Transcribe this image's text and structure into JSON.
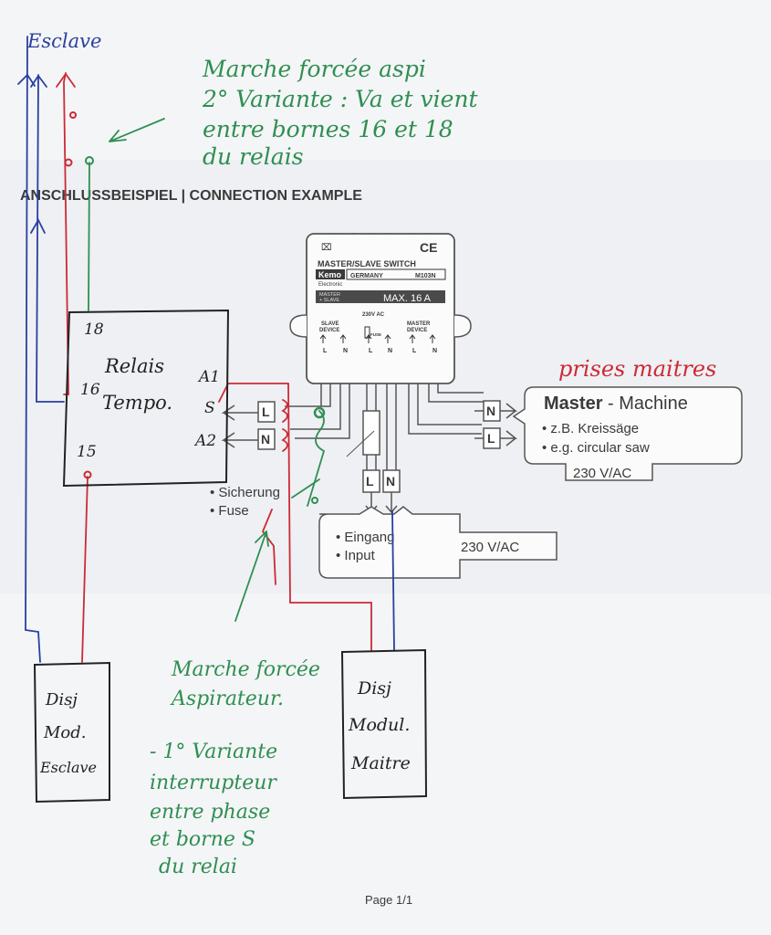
{
  "header": {
    "title": "ANSCHLUSSBEISPIEL | CONNECTION EXAMPLE"
  },
  "module": {
    "name": "MASTER/SLAVE SWITCH",
    "brand": "Kemo",
    "brand_sub": "Electronic",
    "country": "GERMANY",
    "model": "M103N",
    "mode": [
      "MASTER",
      "+ SLAVE"
    ],
    "rating": "MAX. 16 A",
    "ce": "CE",
    "slave_label": [
      "SLAVE",
      "DEVICE"
    ],
    "master_label": [
      "MASTER",
      "DEVICE"
    ],
    "supply_label": "230V AC",
    "fuse_label": "FUSE",
    "pins": [
      "L",
      "N",
      "L",
      "N",
      "L",
      "N"
    ]
  },
  "terminals": {
    "slave_l": "L",
    "slave_n": "N",
    "master_n": "N",
    "master_l": "L",
    "input_l": "L",
    "input_n": "N"
  },
  "master_box": {
    "title_bold": "Master",
    "title_rest": " - Machine",
    "lines": [
      "• z.B. Kreissäge",
      "• e.g. circular saw"
    ],
    "voltage": "230 V/AC"
  },
  "fuse_note": [
    "• Sicherung",
    "• Fuse"
  ],
  "input_box": {
    "lines": [
      "• Eingang",
      "• Input"
    ],
    "voltage": "230 V/AC"
  },
  "handwritten": {
    "esclave": "Esclave",
    "note_top": [
      "Marche forcée aspi",
      "2° Variante : Va et vient",
      "entre bornes 16 et 18",
      "du relais"
    ],
    "prises": "prises maitres",
    "relay": {
      "t18": "18",
      "t16": "16",
      "t15": "15",
      "name": [
        "Relais",
        "Tempo."
      ],
      "a1": "A1",
      "s": "S",
      "a2": "A2"
    },
    "note_bottom": [
      "Marche forcée",
      "Aspirateur.",
      "- 1° Variante",
      "interrupteur",
      "entre phase",
      "et borne S",
      "du relai"
    ],
    "disj_slave": [
      "Disj",
      "Mod.",
      "Esclave"
    ],
    "disj_master": [
      "Disj",
      "Modul.",
      "Maitre"
    ]
  },
  "footer": {
    "page": "Page 1/1"
  },
  "colors": {
    "blue": "#2a3f9e",
    "red": "#cc2a36",
    "green": "#2f8f52",
    "ink": "#222222"
  }
}
